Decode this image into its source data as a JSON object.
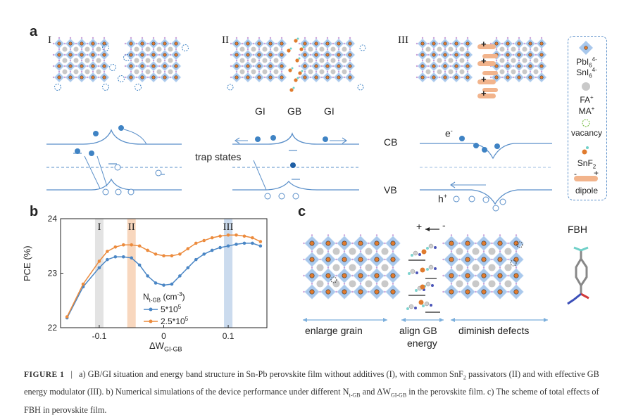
{
  "panel_labels": {
    "a": "a",
    "b": "b",
    "c": "c"
  },
  "panel_a": {
    "case_labels": [
      "I",
      "II",
      "III"
    ],
    "gb_labels": {
      "left": "GI",
      "middle": "GB",
      "right": "GI"
    },
    "band_labels": {
      "cb": "CB",
      "vb": "VB",
      "trap": "trap states",
      "electron": "e",
      "electron_sup": "-",
      "hole": "h",
      "hole_sup": "+"
    },
    "dipole_plus": "+",
    "dipole_minus": "-",
    "legend": {
      "octahedra_1": "PbI",
      "octahedra_1_sub": "6",
      "octahedra_1_sup": "4-",
      "octahedra_2": "SnI",
      "octahedra_2_sub": "6",
      "octahedra_2_sup": "4-",
      "cation_1": "FA",
      "cation_1_sup": "+",
      "cation_2": "MA",
      "cation_2_sup": "+",
      "vacancy": "vacancy",
      "snf2": "SnF",
      "snf2_sub": "2",
      "dipole": "dipole",
      "dipole_plus": "+",
      "dipole_minus": "-"
    },
    "colors": {
      "octahedron": "#a9c8ec",
      "line": "#5a8fc9",
      "electron": "#3f83c4",
      "dipole": "#f2b48c"
    }
  },
  "chart_data": {
    "type": "line",
    "ylabel": "PCE (%)",
    "xlabel_main": "ΔW",
    "xlabel_sub": "GI-GB",
    "xlim": [
      -0.16,
      0.16
    ],
    "ylim": [
      22,
      24
    ],
    "xticks": [
      -0.1,
      0,
      0.1
    ],
    "xtick_labels": [
      "-0.1",
      "0",
      "0.1"
    ],
    "yticks": [
      22,
      23,
      24
    ],
    "ytick_labels": [
      "22",
      "23",
      "24"
    ],
    "highlight_bands": [
      {
        "label": "I",
        "x": -0.1,
        "color": "#d9d9d9"
      },
      {
        "label": "II",
        "x": -0.05,
        "color": "#f6c9a8"
      },
      {
        "label": "III",
        "x": 0.1,
        "color": "#b9cfe8"
      }
    ],
    "legend_title": "N",
    "legend_title_sub": "t-GB",
    "legend_title_unit": "(cm",
    "legend_title_unit_sup": "-3",
    "legend_title_close": ")",
    "legend_position": "lower-center",
    "series": [
      {
        "name": "5*10^5",
        "label_base": "5*10",
        "label_sup": "5",
        "color": "#4a86c5",
        "x": [
          -0.15,
          -0.125,
          -0.1,
          -0.0875,
          -0.075,
          -0.0625,
          -0.05,
          -0.0375,
          -0.025,
          -0.0125,
          0,
          0.0125,
          0.025,
          0.0375,
          0.05,
          0.0625,
          0.075,
          0.0875,
          0.1,
          0.1125,
          0.125,
          0.1375,
          0.15
        ],
        "y": [
          22.18,
          22.75,
          23.1,
          23.25,
          23.3,
          23.3,
          23.28,
          23.15,
          22.95,
          22.82,
          22.78,
          22.8,
          22.95,
          23.1,
          23.25,
          23.35,
          23.42,
          23.47,
          23.5,
          23.53,
          23.55,
          23.55,
          23.5
        ]
      },
      {
        "name": "2.5*10^5",
        "label_base": "2.5*10",
        "label_sup": "5",
        "color": "#ec8b3d",
        "x": [
          -0.15,
          -0.125,
          -0.1,
          -0.0875,
          -0.075,
          -0.0625,
          -0.05,
          -0.0375,
          -0.025,
          -0.0125,
          0,
          0.0125,
          0.025,
          0.0375,
          0.05,
          0.0625,
          0.075,
          0.0875,
          0.1,
          0.1125,
          0.125,
          0.1375,
          0.15
        ],
        "y": [
          22.2,
          22.8,
          23.22,
          23.4,
          23.48,
          23.52,
          23.52,
          23.5,
          23.42,
          23.35,
          23.32,
          23.32,
          23.35,
          23.45,
          23.55,
          23.6,
          23.65,
          23.68,
          23.7,
          23.7,
          23.68,
          23.65,
          23.58
        ]
      }
    ]
  },
  "panel_c": {
    "labels": {
      "enlarge": "enlarge grain",
      "align_1": "align GB",
      "align_2": "energy",
      "diminish": "diminish defects",
      "fbh": "FBH"
    },
    "dipole_plus": "+",
    "dipole_minus": "-"
  },
  "caption": {
    "figure": "FIGURE 1",
    "sep": "|",
    "text_1": " a) GB/GI situation and energy band structure in Sn-Pb perovskite film without additives (I), with common SnF",
    "text_1_sub": "2",
    "text_2": " passivators (II) and with effective GB energy modulator (III). b) Numerical simulations of the device performance under different N",
    "text_2_sub": "t-GB",
    "text_3": " and ΔW",
    "text_3_sub": "GI-GB",
    "text_4": " in the perovskite film. c) The scheme of total effects of FBH in perovskite film."
  }
}
